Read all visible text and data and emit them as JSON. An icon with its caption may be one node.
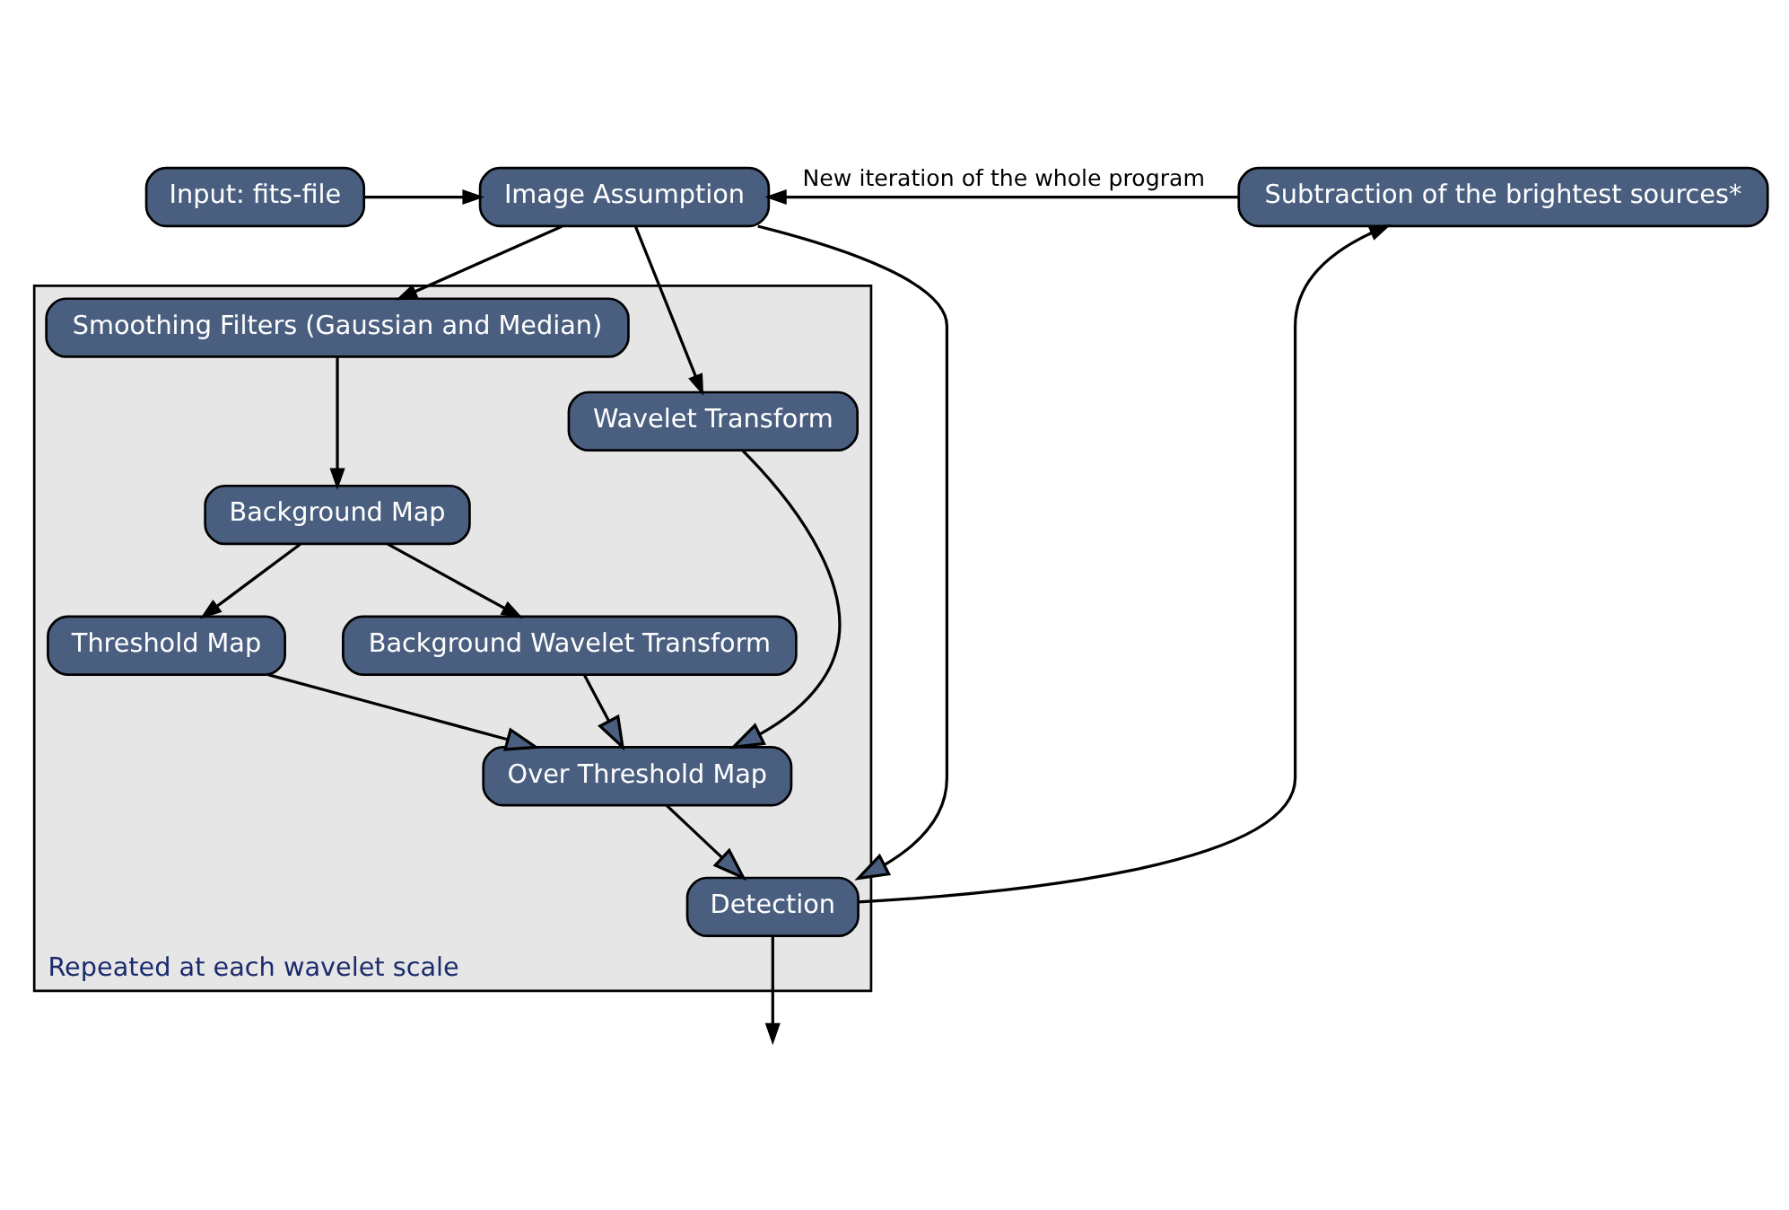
{
  "diagram": {
    "nodes": [
      {
        "text": [
          "Input: fits-file"
        ]
      },
      {
        "text": [
          "Image Assumption"
        ]
      },
      {
        "text": [
          "Subtraction of the brightest sources*"
        ]
      },
      {
        "text": [
          "Repeated at each wavelet scale"
        ]
      },
      {
        "text": [
          "Smoothing Filters (Gaussian and Median)"
        ],
        "in": 3
      },
      {
        "text": [
          "Wavelet Transform"
        ],
        "in": 3
      },
      {
        "text": [
          "Threshold Map"
        ],
        "in": 3
      },
      {
        "text": [
          "Detection"
        ],
        "in": 3
      },
      {
        "text": [
          "Background Map"
        ],
        "in": 3
      },
      {
        "text": [
          "Over Threshold Map"
        ],
        "in": 3
      },
      {
        "text": [
          "Background Wavelet Transform"
        ],
        "in": 3
      }
    ],
    "edges": [
      {
        "from": 0,
        "to": 1,
        "arrow": "to"
      },
      {
        "from": 2,
        "to": 1,
        "arrow": "to",
        "label": "New iteration of the whole program"
      },
      {
        "from": 1,
        "to": 4,
        "arrow": "to"
      },
      {
        "from": 1,
        "to": 5,
        "arrow": "to"
      },
      {
        "from": 1,
        "to": 7,
        "arrow": "to"
      },
      {
        "from": 4,
        "to": 8,
        "arrow": "to"
      },
      {
        "from": 8,
        "to": 6,
        "arrow": "to"
      },
      {
        "from": 8,
        "to": 10,
        "arrow": "to"
      },
      {
        "from": 5,
        "to": 9,
        "arrow": "to"
      },
      {
        "from": 6,
        "to": 9,
        "arrow": "to"
      },
      {
        "from": 10,
        "to": 9,
        "arrow": "to"
      },
      {
        "from": 9,
        "to": 7,
        "arrow": "to"
      },
      {
        "from": 7,
        "to": 2,
        "arrow": "to"
      },
      {
        "from": 7,
        "to": null,
        "arrow": "to"
      }
    ]
  }
}
